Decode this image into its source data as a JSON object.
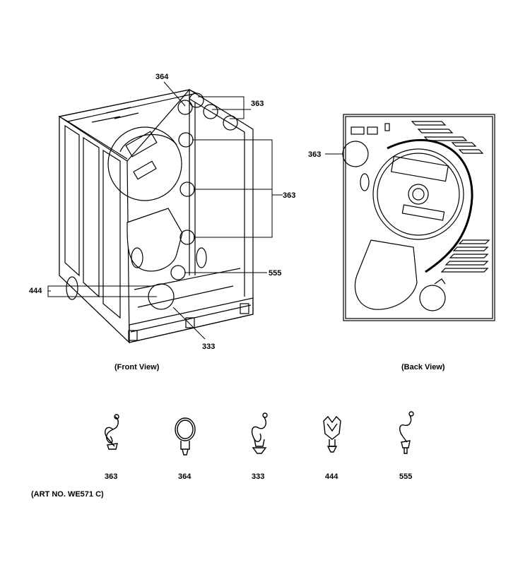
{
  "views": {
    "front": {
      "caption": "(Front View)"
    },
    "back": {
      "caption": "(Back View)"
    }
  },
  "callouts": {
    "front_364": "364",
    "front_363_top": "363",
    "front_363_right": "363",
    "front_555": "555",
    "front_444": "444",
    "front_333": "333",
    "back_363": "363"
  },
  "parts": [
    {
      "number": "363",
      "icon": "wire-clip-double-loop-icon"
    },
    {
      "number": "364",
      "icon": "ring-clip-icon"
    },
    {
      "number": "333",
      "icon": "wire-clip-open-loop-icon"
    },
    {
      "number": "444",
      "icon": "tulip-clip-icon"
    },
    {
      "number": "555",
      "icon": "wire-clip-small-icon"
    }
  ],
  "art_number": "(ART NO. WE571 C)"
}
